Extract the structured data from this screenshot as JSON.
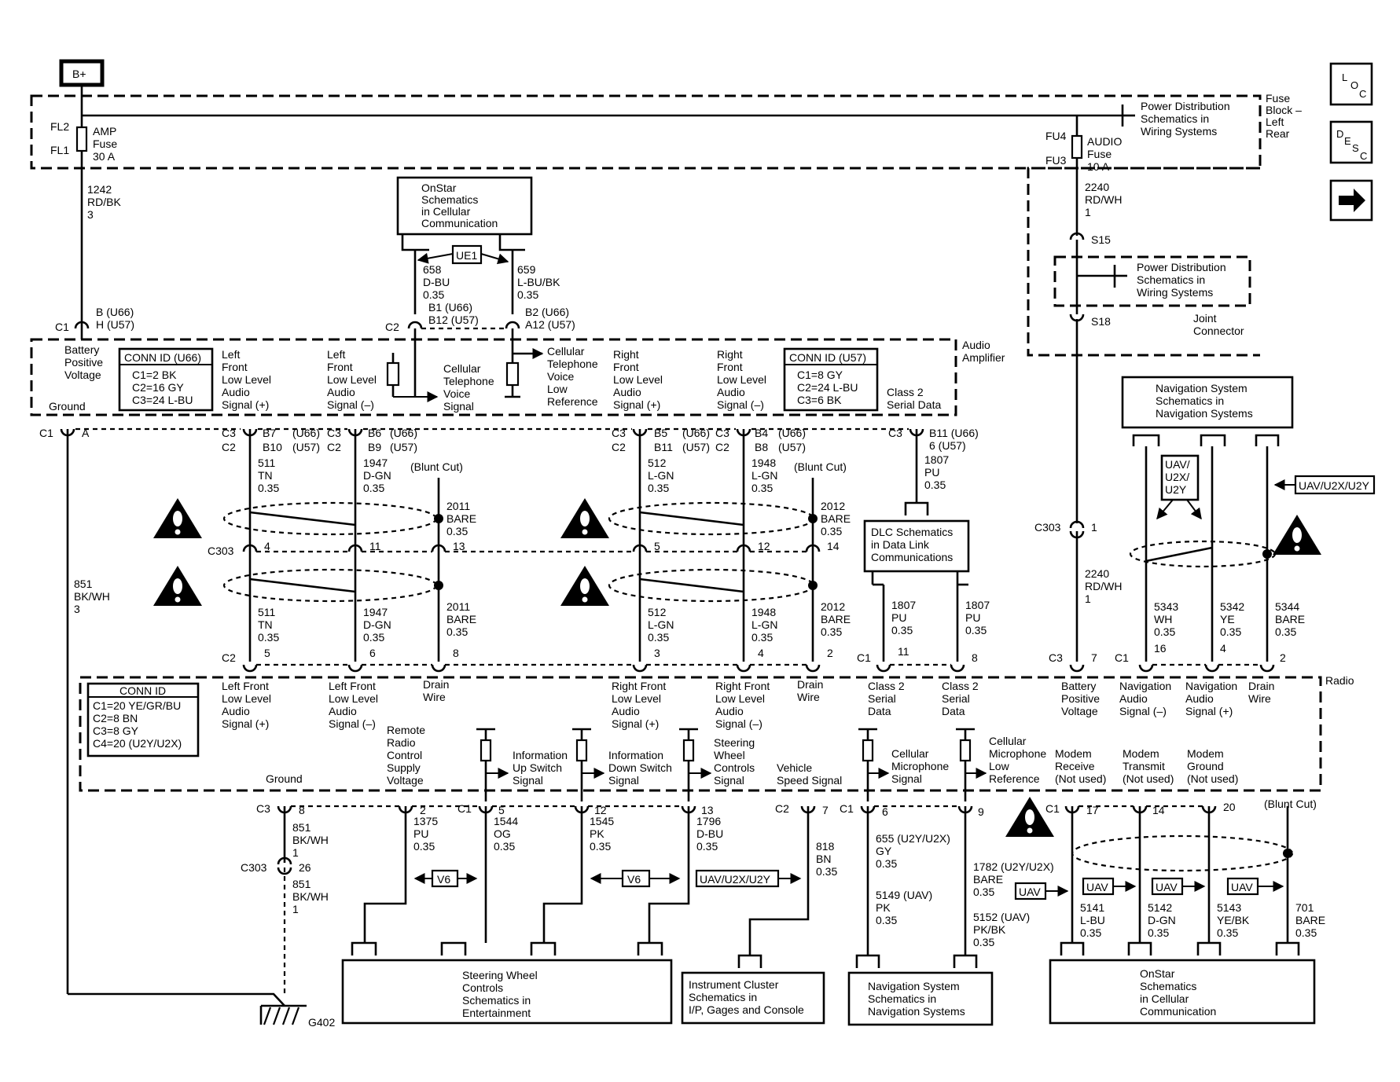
{
  "nav": {
    "loc": "LOC",
    "desc": "DESC",
    "next_icon": "right-arrow-icon"
  },
  "power": {
    "bplus": "B+",
    "fuse_block": [
      "Fuse",
      "Block –",
      "Left",
      "Rear"
    ]
  },
  "power_dist": [
    "Power Distribution",
    "Schematics in",
    "Wiring Systems"
  ],
  "joint_connector": [
    "Joint",
    "Connector"
  ],
  "amp_fuse": {
    "fl2": "FL2",
    "fl1": "FL1",
    "label": [
      "AMP",
      "Fuse",
      "30 A"
    ]
  },
  "audio_fuse": {
    "fu4": "FU4",
    "fu3": "FU3",
    "label": [
      "AUDIO",
      "Fuse",
      "10 A"
    ]
  },
  "splices": {
    "s15": "S15",
    "s18": "S18"
  },
  "w1242": [
    "1242",
    "RD/BK",
    "3"
  ],
  "w2240": [
    "2240",
    "RD/WH",
    "1"
  ],
  "onstar_top": [
    "OnStar",
    "Schematics",
    "in Cellular",
    "Communication"
  ],
  "ue1": "UE1",
  "w658": [
    "658",
    "D-BU",
    "0.35"
  ],
  "w659": [
    "659",
    "L-BU/BK",
    "0.35"
  ],
  "pins_top": {
    "c1_b": "B (U66)",
    "c1_h": "H (U57)",
    "c1": "C1",
    "b1": "B1 (U66)",
    "b12": "B12 (U57)",
    "c2": "C2",
    "b2": "B2 (U66)",
    "a12": "A12 (U57)"
  },
  "amp_title": [
    "Audio",
    "Amplifier"
  ],
  "conn_u66": {
    "title": "CONN ID (U66)",
    "rows": [
      "C1=2 BK",
      "C2=16 GY",
      "C3=24 L-BU"
    ]
  },
  "conn_u57": {
    "title": "CONN ID (U57)",
    "rows": [
      "C1=8 GY",
      "C2=24 L-BU",
      "C3=6 BK"
    ]
  },
  "amp_labels": {
    "batt": [
      "Battery",
      "Positive",
      "Voltage"
    ],
    "ground": "Ground",
    "lf_pos": [
      "Left",
      "Front",
      "Low Level",
      "Audio",
      "Signal (+)"
    ],
    "lf_neg": [
      "Left",
      "Front",
      "Low Level",
      "Audio",
      "Signal (–)"
    ],
    "cell_voice": [
      "Cellular",
      "Telephone",
      "Voice",
      "Signal"
    ],
    "cell_ref": [
      "Cellular",
      "Telephone",
      "Voice",
      "Low",
      "Reference"
    ],
    "rf_pos": [
      "Right",
      "Front",
      "Low Level",
      "Audio",
      "Signal (+)"
    ],
    "rf_neg": [
      "Right",
      "Front",
      "Low Level",
      "Audio",
      "Signal (–)"
    ],
    "class2": [
      "Class 2",
      "Serial Data"
    ]
  },
  "amp_pins": {
    "c1a": "C1",
    "a": "A",
    "p_b7": [
      "C3",
      "B7",
      "(U66)",
      "C2",
      "B10",
      "(U57)"
    ],
    "p_b6": [
      "C3",
      "B6",
      "(U66)",
      "C2",
      "B9",
      "(U57)"
    ],
    "p_b5": [
      "C3",
      "B5",
      "(U66)",
      "C2",
      "B11",
      "(U57)"
    ],
    "p_b4": [
      "C3",
      "B4",
      "(U66)",
      "C2",
      "B8",
      "(U57)"
    ],
    "p_b11": [
      "C3",
      "B11 (U66)",
      "6 (U57)"
    ]
  },
  "wires_mid": {
    "w511": [
      "511",
      "TN",
      "0.35"
    ],
    "w1947": [
      "1947",
      "D-GN",
      "0.35"
    ],
    "w512": [
      "512",
      "L-GN",
      "0.35"
    ],
    "w1948": [
      "1948",
      "L-GN",
      "0.35"
    ],
    "w1807": [
      "1807",
      "PU",
      "0.35"
    ],
    "w2011": [
      "2011",
      "BARE",
      "0.35"
    ],
    "w2012": [
      "2012",
      "BARE",
      "0.35"
    ],
    "blunt": "(Blunt Cut)",
    "w851": [
      "851",
      "BK/WH",
      "3"
    ]
  },
  "c303": {
    "label": "C303",
    "pins": [
      "4",
      "11",
      "13",
      "5",
      "12",
      "14"
    ],
    "right": "1"
  },
  "dlc": [
    "DLC Schematics",
    "in Data Link",
    "Communications"
  ],
  "nav_top": [
    "Navigation System",
    "Schematics in",
    "Navigation Systems"
  ],
  "uav_box": [
    "UAV/",
    "U2X/",
    "U2Y"
  ],
  "uav_tag": "UAV/U2X/U2Y",
  "wires_nav": {
    "w5343": [
      "5343",
      "WH",
      "0.35"
    ],
    "w5342": [
      "5342",
      "YE",
      "0.35"
    ],
    "w5344": [
      "5344",
      "BARE",
      "0.35"
    ]
  },
  "radio_pins_top": {
    "c2": "C2",
    "p5": "5",
    "p6": "6",
    "p8": "8",
    "p3": "3",
    "p4": "4",
    "p2": "2",
    "c1": "C1",
    "p11": "11",
    "p8b": "8",
    "c3": "C3",
    "p7": "7",
    "c1b": "C1",
    "p16": "16",
    "p4b": "4",
    "p2b": "2"
  },
  "radio_title": "Radio",
  "conn_radio": {
    "title": "CONN ID",
    "rows": [
      "C1=20 YE/GR/BU",
      "C2=8 BN",
      "C3=8 GY",
      "C4=20 (U2Y/U2X)"
    ]
  },
  "radio_labels": {
    "lf_pos": [
      "Left Front",
      "Low Level",
      "Audio",
      "Signal (+)"
    ],
    "lf_neg": [
      "Left Front",
      "Low Level",
      "Audio",
      "Signal (–)"
    ],
    "drain": [
      "Drain",
      "Wire"
    ],
    "rf_pos": [
      "Right Front",
      "Low Level",
      "Audio",
      "Signal (+)"
    ],
    "rf_neg": [
      "Right Front",
      "Low Level",
      "Audio",
      "Signal (–)"
    ],
    "class2": [
      "Class 2",
      "Serial",
      "Data"
    ],
    "batt": [
      "Battery",
      "Positive",
      "Voltage"
    ],
    "nav_neg": [
      "Navigation",
      "Audio",
      "Signal (–)"
    ],
    "nav_pos": [
      "Navigation",
      "Audio",
      "Signal (+)"
    ],
    "ground": "Ground",
    "remote": [
      "Remote",
      "Radio",
      "Control",
      "Supply",
      "Voltage"
    ],
    "info_up": [
      "Information",
      "Up Switch",
      "Signal"
    ],
    "info_down": [
      "Information",
      "Down Switch",
      "Signal"
    ],
    "steering": [
      "Steering",
      "Wheel",
      "Controls",
      "Signal"
    ],
    "vss": [
      "Vehicle",
      "Speed Signal"
    ],
    "cell_mic": [
      "Cellular",
      "Microphone",
      "Signal"
    ],
    "cell_mic_ref": [
      "Cellular",
      "Microphone",
      "Low",
      "Reference"
    ],
    "modem_rx": [
      "Modem",
      "Receive",
      "(Not used)"
    ],
    "modem_tx": [
      "Modem",
      "Transmit",
      "(Not used)"
    ],
    "modem_gnd": [
      "Modem",
      "Ground",
      "(Not used)"
    ]
  },
  "radio_pins_bot": {
    "c3": "C3",
    "p8": "8",
    "p2": "2",
    "c1": "C1",
    "p5": "5",
    "p12": "12",
    "p13": "13",
    "c2": "C2",
    "p7": "7",
    "c1b": "C1",
    "p6": "6",
    "p9": "9",
    "c1c": "C1",
    "p17": "17",
    "p14": "14",
    "p20": "20"
  },
  "wires_bot": {
    "w851a": [
      "851",
      "BK/WH",
      "1"
    ],
    "c303": "C303",
    "p26": "26",
    "w851b": [
      "851",
      "BK/WH",
      "1"
    ],
    "w1375": [
      "1375",
      "PU",
      "0.35"
    ],
    "w1544": [
      "1544",
      "OG",
      "0.35"
    ],
    "w1545": [
      "1545",
      "PK",
      "0.35"
    ],
    "w1796": [
      "1796",
      "D-BU",
      "0.35"
    ],
    "w818": [
      "818",
      "BN",
      "0.35"
    ],
    "w655": [
      "655 (U2Y/U2X)",
      "GY",
      "0.35"
    ],
    "w5149": [
      "5149 (UAV)",
      "PK",
      "0.35"
    ],
    "w1782": [
      "1782 (U2Y/U2X)",
      "BARE",
      "0.35"
    ],
    "w5152": [
      "5152 (UAV)",
      "PK/BK",
      "0.35"
    ],
    "w5141": [
      "5141",
      "L-BU",
      "0.35"
    ],
    "w5142": [
      "5142",
      "D-GN",
      "0.35"
    ],
    "w5143": [
      "5143",
      "YE/BK",
      "0.35"
    ],
    "w701": [
      "701",
      "BARE",
      "0.35"
    ],
    "v6": "V6",
    "uav": "UAV",
    "uav_u2x": "UAV/U2X/U2Y",
    "blunt": "(Blunt Cut)"
  },
  "bottom_boxes": {
    "swc": [
      "Steering Wheel",
      "Controls",
      "Schematics in",
      "Entertainment"
    ],
    "ipc": [
      "Instrument Cluster",
      "Schematics in",
      "I/P, Gages and Console"
    ],
    "nav": [
      "Navigation System",
      "Schematics in",
      "Navigation Systems"
    ],
    "onstar": [
      "OnStar",
      "Schematics",
      "in Cellular",
      "Communication"
    ]
  },
  "g402": "G402"
}
